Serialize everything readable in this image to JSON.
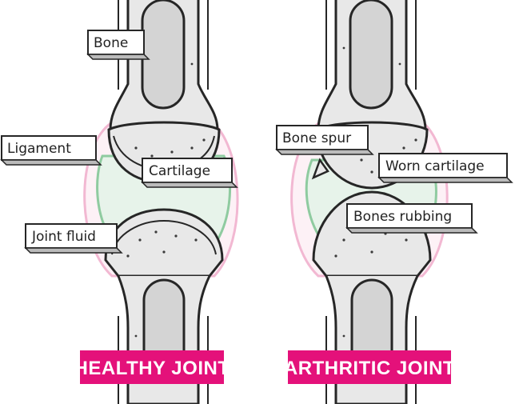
{
  "colors": {
    "title_bg": "#e4117a",
    "bone_outline": "#262626",
    "bone_fill": "#e8e8e8",
    "marrow_fill": "#d4d4d4",
    "cartilage_fill": "#f1f1f1",
    "fluid_fill": "#e7f3ea",
    "fluid_outline": "#8fcba0",
    "ligament_outline": "#f2b8d2"
  },
  "healthy": {
    "title": "HEALTHY JOINT",
    "labels": {
      "bone": "Bone",
      "ligament": "Ligament",
      "cartilage": "Cartilage",
      "joint_fluid": "Joint fluid"
    }
  },
  "arthritic": {
    "title": "ARTHRITIC JOINT",
    "labels": {
      "bone_spur": "Bone spur",
      "worn_cartilage": "Worn cartilage",
      "bones_rubbing": "Bones rubbing"
    }
  }
}
